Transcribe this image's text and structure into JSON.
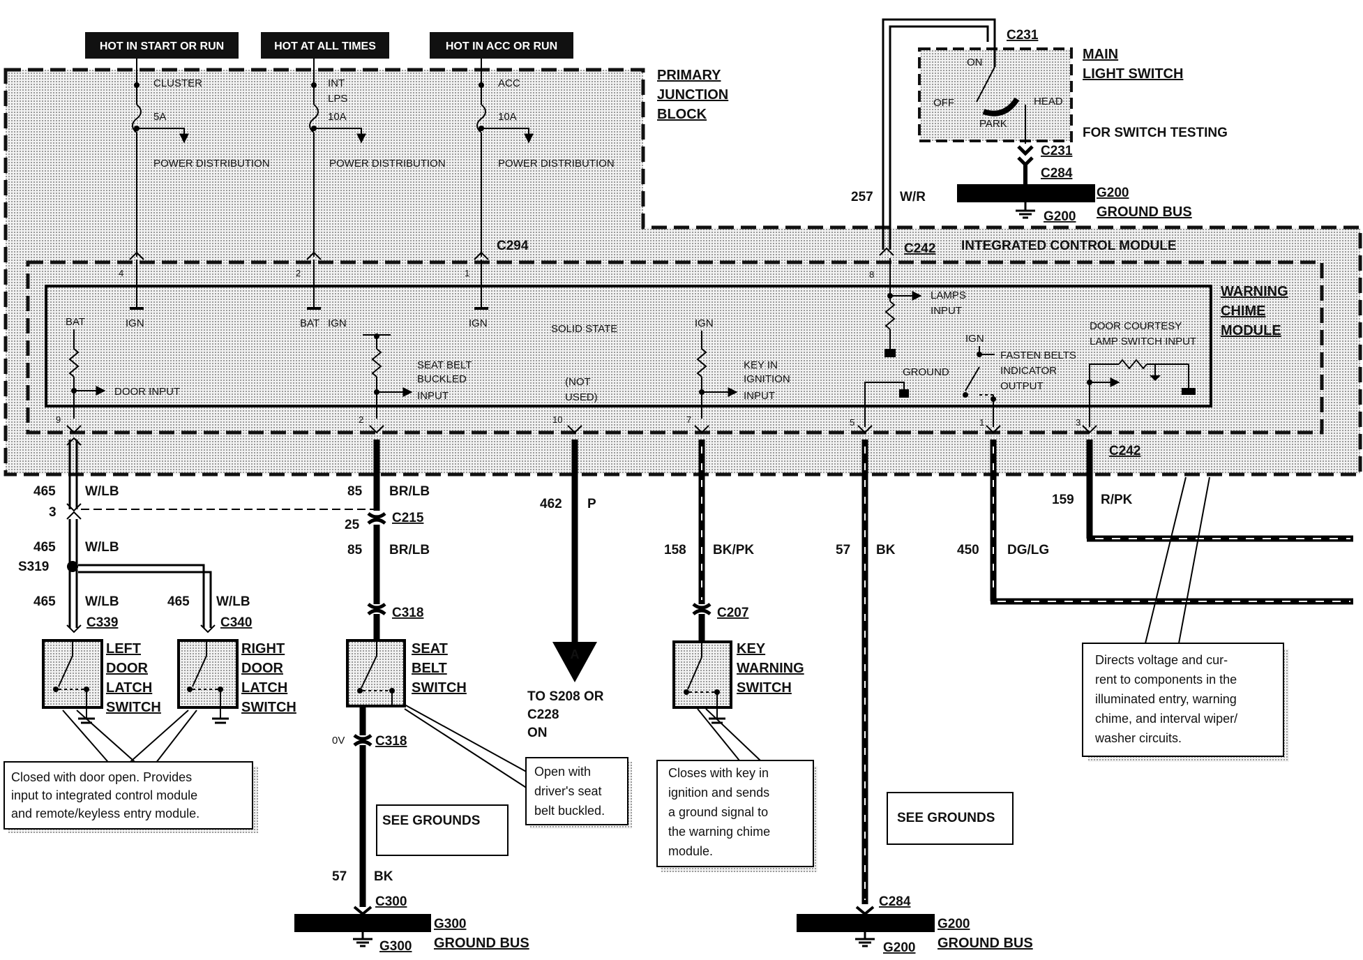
{
  "headers": {
    "hot_start_run": "HOT IN START OR RUN",
    "hot_all_times": "HOT AT ALL TIMES",
    "hot_acc_run": "HOT IN ACC OR RUN"
  },
  "junction_block": {
    "title_1": "PRIMARY",
    "title_2": "JUNCTION",
    "title_3": "BLOCK",
    "fuse1_name": "CLUSTER",
    "fuse1_rating": "5A",
    "fuse2_name_1": "INT",
    "fuse2_name_2": "LPS",
    "fuse2_rating": "10A",
    "fuse3_name": "ACC",
    "fuse3_rating": "10A",
    "power_distribution": "POWER DISTRIBUTION",
    "connector": "C294"
  },
  "light_switch": {
    "connector_top": "C231",
    "title_1": "MAIN",
    "title_2": "LIGHT SWITCH",
    "pos_on": "ON",
    "pos_off": "OFF",
    "pos_head": "HEAD",
    "pos_park": "PARK",
    "testing_note": "FOR SWITCH TESTING",
    "connector_bottom": "C231",
    "connector_c284": "C284",
    "ground_label": "G200",
    "ground_bus_id": "G200",
    "ground_bus": "GROUND BUS",
    "wire_num": "257",
    "wire_color": "W/R"
  },
  "icm": {
    "title": "INTEGRATED CONTROL MODULE",
    "connector": "C242",
    "pin_lamps": "8",
    "wcm_title_1": "WARNING",
    "wcm_title_2": "CHIME",
    "wcm_title_3": "MODULE",
    "solid_state": "SOLID STATE",
    "bat_1": "BAT",
    "bat_2": "BAT",
    "ign_1": "IGN",
    "ign_2": "IGN",
    "ign_3": "IGN",
    "ign_4": "IGN",
    "ign_5": "IGN",
    "door_input": "DOOR INPUT",
    "seat_belt_1": "SEAT BELT",
    "seat_belt_2": "BUCKLED",
    "seat_belt_3": "INPUT",
    "not_used_1": "(NOT",
    "not_used_2": "USED)",
    "key_1": "KEY IN",
    "key_2": "IGNITION",
    "key_3": "INPUT",
    "lamps_1": "LAMPS",
    "lamps_2": "INPUT",
    "ground": "GROUND",
    "fasten_1": "FASTEN BELTS",
    "fasten_2": "INDICATOR",
    "fasten_3": "OUTPUT",
    "courtesy_1": "DOOR COURTESY",
    "courtesy_2": "LAMP SWITCH INPUT",
    "pin_4": "4",
    "pin_2top": "2",
    "pin_1top": "1",
    "pin_9": "9",
    "pin_2": "2",
    "pin_10": "10",
    "pin_7": "7",
    "pin_5": "5",
    "pin_1": "1",
    "pin_3": "3",
    "connector_bottom": "C242"
  },
  "wires": {
    "w465a_num": "465",
    "w465a_col": "W/LB",
    "w465a_pin": "3",
    "w465b_num": "465",
    "w465b_col": "W/LB",
    "splice": "S319",
    "w465c_num": "465",
    "w465c_col": "W/LB",
    "w465d_num": "465",
    "w465d_col": "W/LB",
    "c339": "C339",
    "c340": "C340",
    "w85a_num": "85",
    "w85a_col": "BR/LB",
    "c215_pin": "25",
    "c215": "C215",
    "w85b_num": "85",
    "w85b_col": "BR/LB",
    "c318_top": "C318",
    "voltage": "0V",
    "c318_bottom": "C318",
    "w57a_num": "57",
    "w57a_col": "BK",
    "c300": "C300",
    "w462_num": "462",
    "w462_col": "P",
    "arrow_letter": "A",
    "to_1": "TO S208 OR",
    "to_2": "C228",
    "to_3": "ON",
    "w158_num": "158",
    "w158_col": "BK/PK",
    "c207": "C207",
    "w57b_num": "57",
    "w57b_col": "BK",
    "c284": "C284",
    "w450_num": "450",
    "w450_col": "DG/LG",
    "w159_num": "159",
    "w159_col": "R/PK"
  },
  "switches": {
    "left_1": "LEFT",
    "left_2": "DOOR",
    "left_3": "LATCH",
    "left_4": "SWITCH",
    "right_1": "RIGHT",
    "right_2": "DOOR",
    "right_3": "LATCH",
    "right_4": "SWITCH",
    "seat_1": "SEAT",
    "seat_2": "BELT",
    "seat_3": "SWITCH",
    "key_1": "KEY",
    "key_2": "WARNING",
    "key_3": "SWITCH"
  },
  "notes": {
    "door_1": "Closed with door open. Provides",
    "door_2": "input to integrated control module",
    "door_3": "and remote/keyless entry module.",
    "seat_1": "Open with",
    "seat_2": "driver's seat",
    "seat_3": "belt buckled.",
    "key_1": "Closes with key in",
    "key_2": "ignition and sends",
    "key_3": "a ground signal to",
    "key_4": "the warning chime",
    "key_5": "module.",
    "icm_1": "Directs voltage and cur-",
    "icm_2": "rent to components in the",
    "icm_3": "illuminated entry, warning",
    "icm_4": "chime, and interval wiper/",
    "icm_5": "washer circuits.",
    "see_grounds_1": "SEE GROUNDS",
    "see_grounds_2": "SEE GROUNDS"
  },
  "grounds": {
    "g300_label": "G300",
    "g300_bus": "GROUND BUS",
    "g300_sym": "G300",
    "g200_label": "G200",
    "g200_bus": "GROUND BUS",
    "g200_sym": "G200"
  }
}
